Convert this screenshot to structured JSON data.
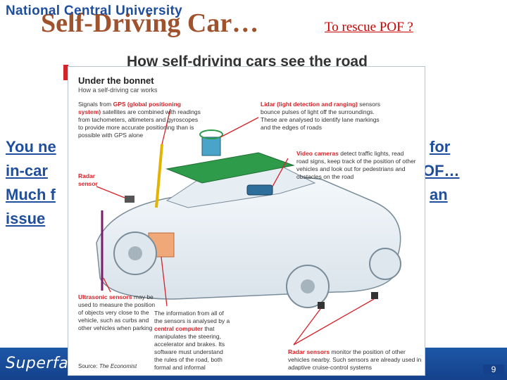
{
  "header": {
    "university": "National Central University",
    "title": "Self-Driving Car…",
    "subtitle": "To rescue POF ?"
  },
  "body": {
    "lines": [
      "You ne",
      "in-car",
      "Much f",
      "issue"
    ],
    "right_fragments": [
      "for",
      "OF…",
      "an"
    ]
  },
  "figure": {
    "heading": "How self-driving cars see the road",
    "title": "Under the bonnet",
    "subtitle": "How a self-driving car works",
    "annotations": {
      "gps_bold": "GPS (global positioning system)",
      "gps_pre": "Signals from",
      "gps_text": "satellites are combined with readings from tachometers, altimeters and gyroscopes to provide more accurate positioning than is possible with GPS alone",
      "lidar_bold": "Lidar (light detection and ranging)",
      "lidar_text": "sensors bounce pulses of light off the surroundings. These are analysed to identify lane markings and the edges of roads",
      "video_bold": "Video cameras",
      "video_text": "detect traffic lights, read road signs, keep track of the position of other vehicles and look out for pedestrians and obstacles on the road",
      "radar_label_bold": "Radar sensor",
      "ultrasonic_bold": "Ultrasonic sensors",
      "ultrasonic_text": "may be used to measure the position of objects very close to the vehicle, such as curbs and other vehicles when parking",
      "computer_pre": "The information from all of the sensors is analysed by a",
      "computer_bold": "central computer",
      "computer_text": "that manipulates the steering, accelerator and brakes. Its software must understand the rules of the road, both formal and informal",
      "radar2_bold": "Radar sensors",
      "radar2_text": "monitor the position of other vehicles nearby. Such sensors are already used in adaptive cruise-control systems"
    },
    "source_label": "Source:",
    "source_name": "The Economist"
  },
  "footer": {
    "text": "Superfa",
    "page_number": "9"
  },
  "colors": {
    "university": "#1f4e9c",
    "title": "#a0522d",
    "subtitle": "#cc0000",
    "body": "#1f4e9c",
    "footer": "#14418a",
    "annotation_accent": "#d4242a"
  }
}
